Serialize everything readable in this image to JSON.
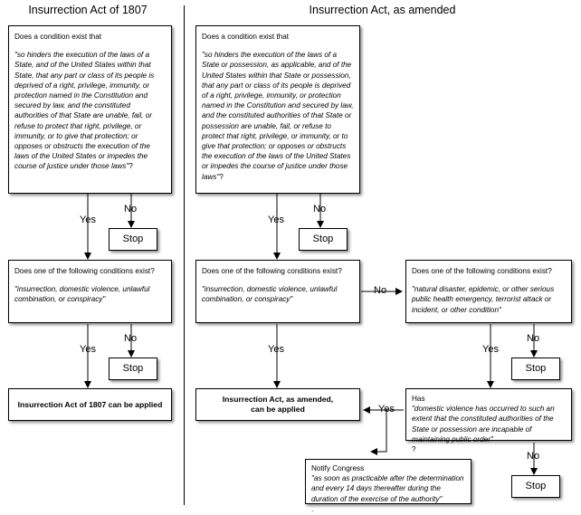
{
  "titles": {
    "left": "Insurrection Act of 1807",
    "right": "Insurrection Act, as amended"
  },
  "left": {
    "q1_lead": "Does a condition exist that",
    "q1_quote": "\"so hinders the execution of the laws of a State, and of the United States within that State, that any part or class of its people is deprived of a right, privilege, immunity, or protection named in the Constitution and secured by law, and the constituted authorities of that State are unable, fail, or refuse to protect that right, privilege, or immunity, or to give that protection; or opposes or obstructs the execution of the laws of the United States or impedes the course of justice under those laws\"",
    "q1_tail": "?",
    "q2_lead": "Does one of the following conditions exist?",
    "q2_quote": "\"insurrection, domestic violence, unlawful combination, or conspiracy\"",
    "result": "Insurrection Act of 1807 can be applied"
  },
  "right": {
    "q1_lead": "Does a condition exist that",
    "q1_quote": "\"so hinders the execution of the laws of a State or possession, as applicable, and of the United States within that State or possession, that any part or class of its people is deprived of a right, privilege, immunity, or protection named in the Constitution and secured by law, and the constituted authorities of that State or possession are unable, fail, or refuse to protect that right, privilege, or immunity, or to give that protection; or opposes or obstructs the execution of the laws of the United States or impedes the course of justice under those laws\"",
    "q1_tail": "?",
    "q2_lead": "Does one of the following conditions exist?",
    "q2_quote": "\"insurrection, domestic violence, unlawful combination, or conspiracy\"",
    "q3_lead": "Does one of the following conditions exist?",
    "q3_quote": "\"natural disaster, epidemic, or other serious public health emergency, terrorist attack or incident, or other condition\"",
    "q4_lead": "Has",
    "q4_quote": "\"domestic violence has occurred to such an extent that the constituted authorities of the State or possession are incapable of maintaining public order\"",
    "q4_tail": "?",
    "result_line1": "Insurrection Act, as amended,",
    "result_line2": "can be applied",
    "notify_lead": "Notify Congress",
    "notify_quote": "\"as soon as practicable after the determination and every 14 days thereafter during the duration of the exercise of the authority\"",
    "notify_tail": "."
  },
  "labels": {
    "yes": "Yes",
    "no": "No",
    "stop": "Stop"
  }
}
